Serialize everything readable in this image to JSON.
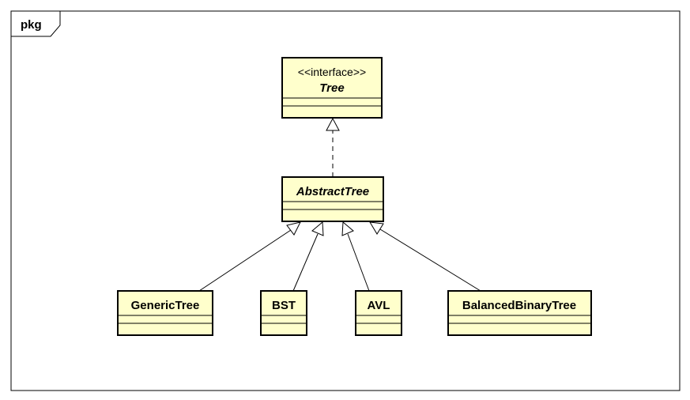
{
  "package": {
    "label": "pkg"
  },
  "colors": {
    "class_fill": "#ffffcc",
    "stroke": "#000000",
    "background": "#ffffff"
  },
  "classes": {
    "tree": {
      "stereotype": "<<interface>>",
      "name": "Tree"
    },
    "abstract_tree": {
      "name": "AbstractTree"
    },
    "generic_tree": {
      "name": "GenericTree"
    },
    "bst": {
      "name": "BST"
    },
    "avl": {
      "name": "AVL"
    },
    "balanced_binary_tree": {
      "name": "BalancedBinaryTree"
    }
  },
  "relations": [
    {
      "from": "abstract_tree",
      "to": "tree",
      "kind": "realization"
    },
    {
      "from": "generic_tree",
      "to": "abstract_tree",
      "kind": "generalization"
    },
    {
      "from": "bst",
      "to": "abstract_tree",
      "kind": "generalization"
    },
    {
      "from": "avl",
      "to": "abstract_tree",
      "kind": "generalization"
    },
    {
      "from": "balanced_binary_tree",
      "to": "abstract_tree",
      "kind": "generalization"
    }
  ]
}
